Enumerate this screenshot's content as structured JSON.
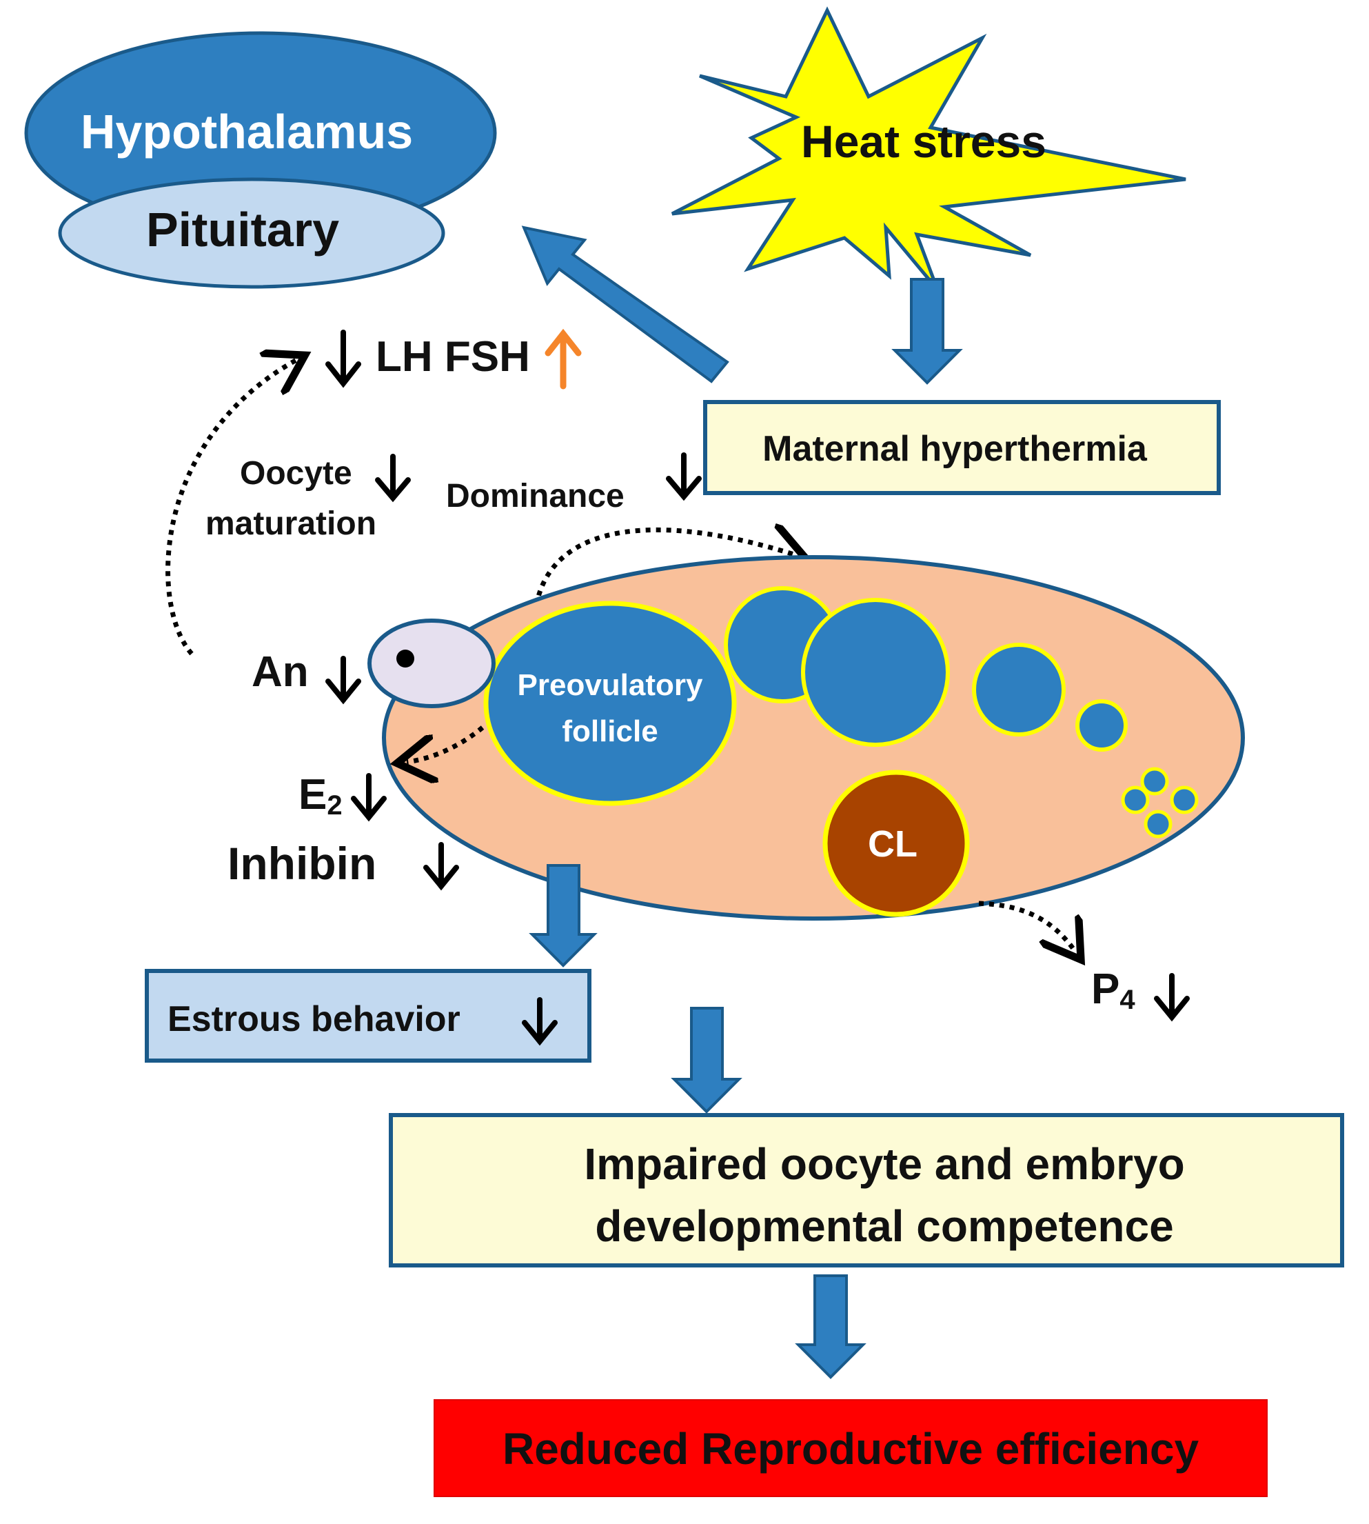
{
  "colors": {
    "blue_dark": "#1f6fa8",
    "blue_fill": "#2e7fc0",
    "blue_light": "#c2d9f0",
    "yellow_star": "#ffff00",
    "cream_box": "#fdfbd6",
    "ovary_fill": "#f9c09a",
    "follicle_border": "#ffff00",
    "cl_fill": "#a84300",
    "oocyte_fill": "#e6e0ef",
    "red_box": "#ff0000",
    "orange_arrow": "#f5852a",
    "black": "#000000"
  },
  "labels": {
    "hypothalamus": "Hypothalamus",
    "pituitary": "Pituitary",
    "heat_stress": "Heat stress",
    "maternal_hyperthermia": "Maternal hyperthermia",
    "lh_fsh": "LH FSH",
    "oocyte": "Oocyte",
    "maturation": "maturation",
    "dominance": "Dominance",
    "an": "An",
    "preovulatory_line1": "Preovulatory",
    "preovulatory_line2": "follicle",
    "cl": "CL",
    "e2_main": "E",
    "e2_sub": "2",
    "inhibin": "Inhibin",
    "p4_main": "P",
    "p4_sub": "4",
    "estrous_behavior": "Estrous behavior",
    "impaired_line1": "Impaired oocyte and embryo",
    "impaired_line2": "developmental competence",
    "reduced_efficiency": "Reduced Reproductive efficiency"
  }
}
